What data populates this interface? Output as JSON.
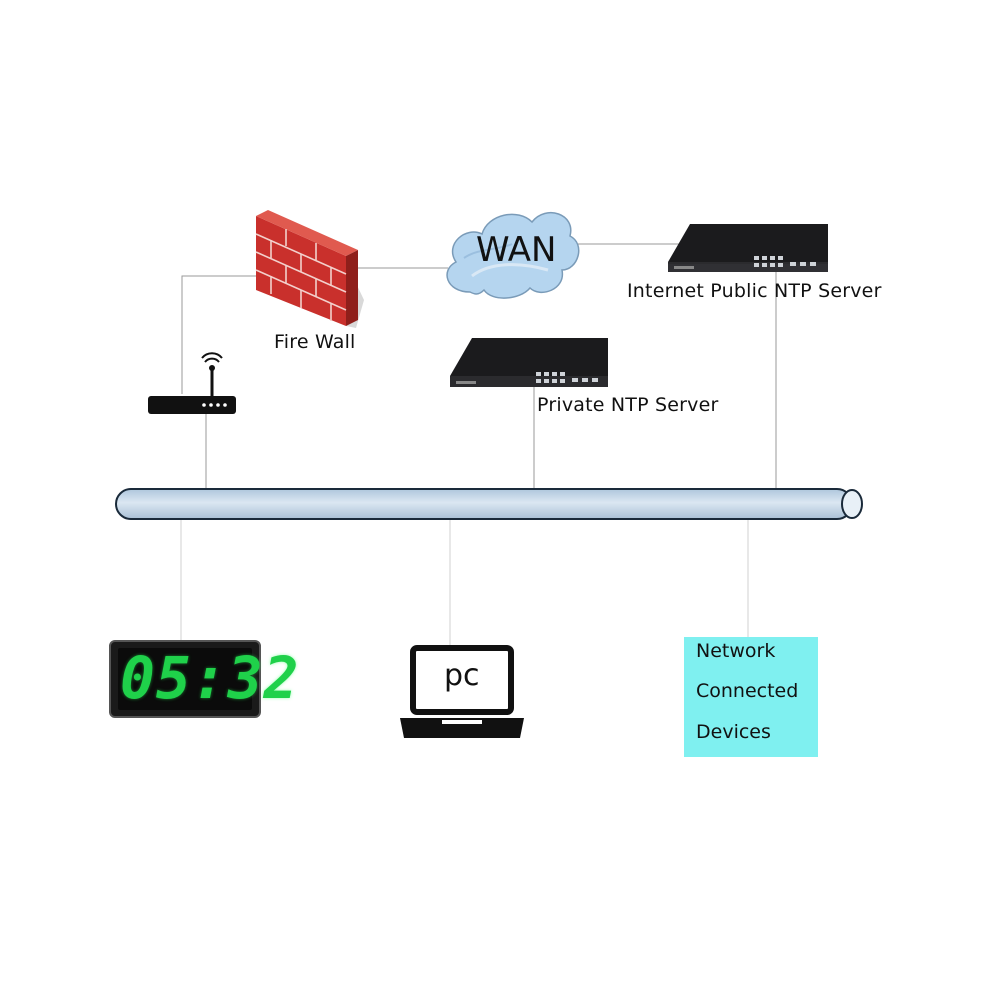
{
  "diagram": {
    "wan_label": "WAN",
    "firewall_label": "Fire Wall",
    "public_ntp_label": "Internet Public NTP Server",
    "private_ntp_label": "Private NTP Server",
    "pc_label": "pc",
    "clock_display": "05:32",
    "network_devices": [
      "Network",
      "Connected",
      "Devices"
    ]
  }
}
